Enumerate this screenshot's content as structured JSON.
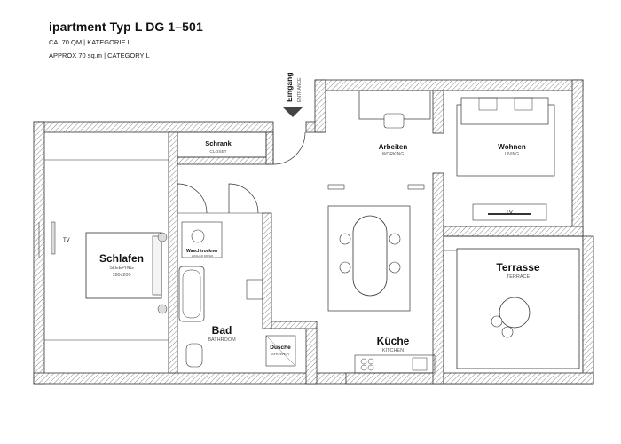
{
  "header": {
    "title": "ipartment Typ L DG 1–501",
    "size_de": "CA. 70 QM | KATEGORIE L",
    "size_en": "APPROX 70 sq.m | CATEGORY L"
  },
  "entrance": {
    "de": "Eingang",
    "en": "ENTRANCE"
  },
  "rooms": {
    "schrank": {
      "de": "Schrank",
      "en": "CLOSET"
    },
    "arbeiten": {
      "de": "Arbeiten",
      "en": "WORKING"
    },
    "wohnen": {
      "de": "Wohnen",
      "en": "LIVING"
    },
    "schlafen": {
      "de": "Schlafen",
      "en": "SLEEPING",
      "size": "180x200"
    },
    "terrasse": {
      "de": "Terrasse",
      "en": "TERRACE"
    },
    "bad": {
      "de": "Bad",
      "en": "BATHROOM"
    },
    "dusche": {
      "de": "Dusche",
      "en": "SHOWER"
    },
    "kueche": {
      "de": "Küche",
      "en": "KITCHEN"
    },
    "waschtrockner": {
      "de": "Waschtrockner",
      "en": "WASHER DRYER"
    }
  },
  "tv_labels": {
    "bedroom": "TV",
    "living": "TV"
  },
  "colors": {
    "wall_hatch": "#9a9a9a",
    "line": "#333333",
    "floor": "#ffffff"
  }
}
